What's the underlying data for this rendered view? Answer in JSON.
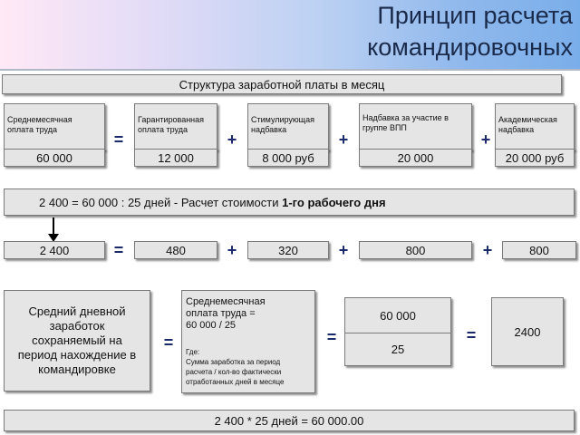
{
  "title": {
    "line1": "Принцип расчета",
    "line2": "командировочных"
  },
  "structure_header": "Структура заработной платы в месяц",
  "components": [
    {
      "label": "Среднемесячная оплата труда",
      "value": "60 000"
    },
    {
      "label": "Гарантированная оплата труда",
      "value": "12 000"
    },
    {
      "label": "Стимулирующая надбавка",
      "value": "8 000 руб"
    },
    {
      "label": "Надбавка за участие в группе ВПП",
      "value": "20 000"
    },
    {
      "label": "Академическая надбавка",
      "value": "20 000 руб"
    }
  ],
  "ops_row1": [
    "=",
    "+",
    "+",
    "+"
  ],
  "day_calc": {
    "prefix": "2 400 = 60 000 : 25 дней  - Расчет стоимости ",
    "bold": "1-го рабочего  дня"
  },
  "day_values": [
    "2 400",
    "480",
    "320",
    "800",
    "800"
  ],
  "ops_row2": [
    "=",
    "+",
    "+",
    "+"
  ],
  "avg_block": {
    "left_text": "Средний дневной заработок сохраняемый на период нахождение в командировке",
    "formula_line1": "Среднемесячная",
    "formula_line2": "оплата труда =",
    "formula_line3": "60 000 / 25",
    "where_label": "Где:",
    "where_line1": "Сумма заработка за период",
    "where_line2": "расчета / кол-во фактически",
    "where_line3": "отработанных дней в месяце",
    "fraction_top": "60 000",
    "fraction_bottom": "25",
    "result": "2400",
    "ops": [
      "=",
      "=",
      "="
    ]
  },
  "bottom_formula": "2 400 * 25 дней = 60 000.00"
}
